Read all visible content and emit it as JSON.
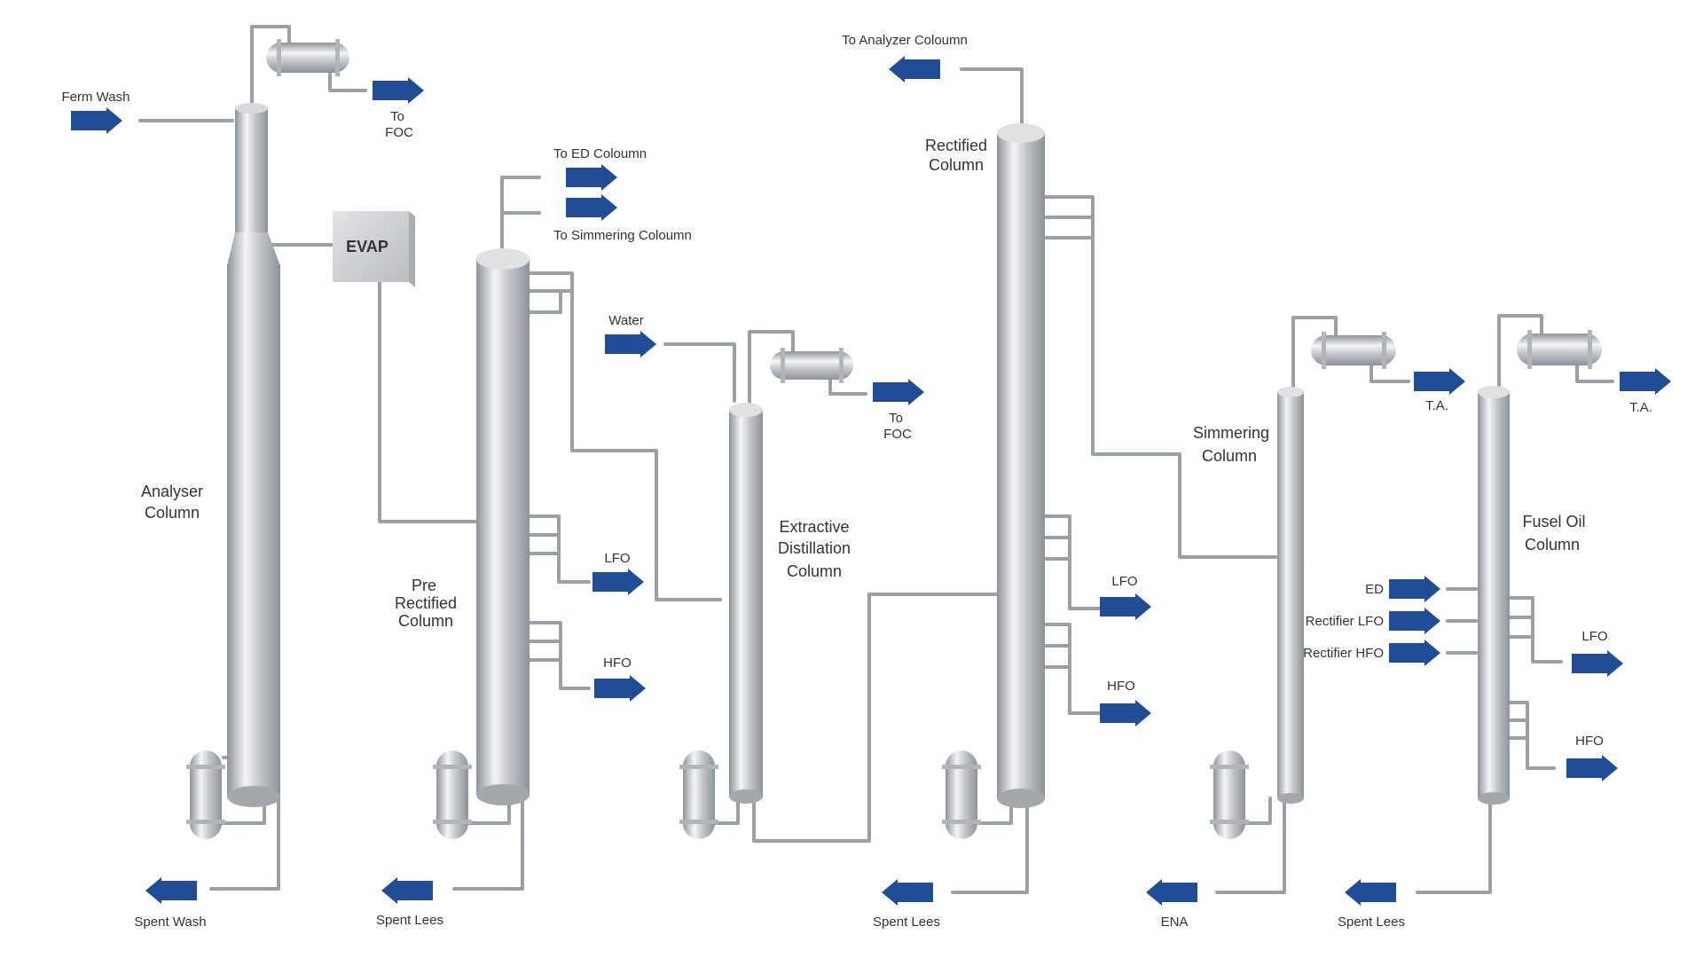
{
  "colors": {
    "arrow": "#1f4e96",
    "steel_light": "#f4f5f6",
    "steel_mid": "#c4c8cc",
    "steel_dark": "#8d9399",
    "pipe": "#9aa0a6",
    "text": "#333333",
    "evap_face": "#cdd0d3"
  },
  "evap": {
    "label": "EVAP"
  },
  "streams": {
    "ferm_wash": "Ferm Wash",
    "to_foc_1_line1": "To",
    "to_foc_1_line2": "FOC",
    "to_ed": "To ED Coloumn",
    "to_simmering": "To Simmering Coloumn",
    "water": "Water",
    "to_foc_2_line1": "To",
    "to_foc_2_line2": "FOC",
    "to_analyzer": "To Analyzer Coloumn",
    "lfo_pre": "LFO",
    "hfo_pre": "HFO",
    "lfo_rect": "LFO",
    "hfo_rect": "HFO",
    "ta_simmering": "T.A.",
    "ta_fusel": "T.A.",
    "ed_in": "ED",
    "rectifier_lfo": "Rectifier LFO",
    "rectifier_hfo": "Rectifier HFO",
    "lfo_fusel": "LFO",
    "hfo_fusel": "HFO",
    "spent_wash": "Spent Wash",
    "spent_lees_1": "Spent Lees",
    "spent_lees_2": "Spent Lees",
    "ena": "ENA",
    "spent_lees_3": "Spent Lees"
  },
  "columns": {
    "analyser": {
      "line1": "Analyser",
      "line2": "Column"
    },
    "pre_rectified": {
      "line1": "Pre",
      "line2": "Rectified",
      "line3": "Column"
    },
    "extractive": {
      "line1": "Extractive",
      "line2": "Distillation",
      "line3": "Column"
    },
    "rectified": {
      "line1": "Rectified",
      "line2": "Column"
    },
    "simmering": {
      "line1": "Simmering",
      "line2": "Column"
    },
    "fusel_oil": {
      "line1": "Fusel Oil",
      "line2": "Column"
    }
  }
}
